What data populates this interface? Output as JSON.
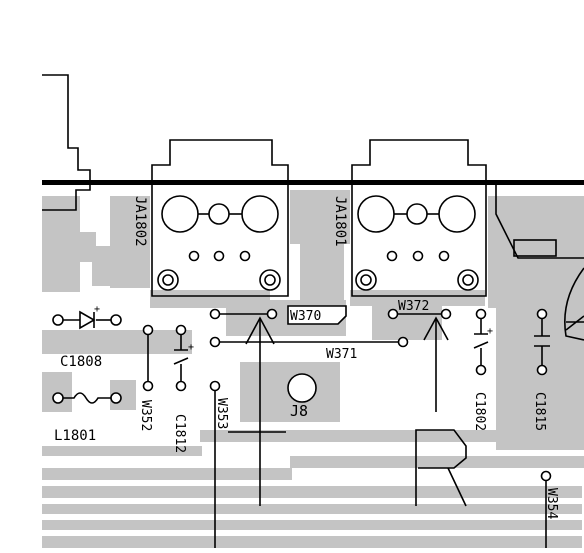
{
  "connectors": [
    {
      "ref": "JA1802"
    },
    {
      "ref": "JA1801"
    }
  ],
  "components": {
    "c1808": "C1808",
    "l1801": "L1801",
    "w352": "W352",
    "c1812": "C1812",
    "w353": "W353",
    "w370": "W370",
    "w371": "W371",
    "w372": "W372",
    "j8": "J8",
    "c1802": "C1802",
    "c1815": "C1815",
    "w354": "W354"
  },
  "colors": {
    "copper": "#c4c4c4",
    "ink": "#000000",
    "background": "#ffffff"
  }
}
